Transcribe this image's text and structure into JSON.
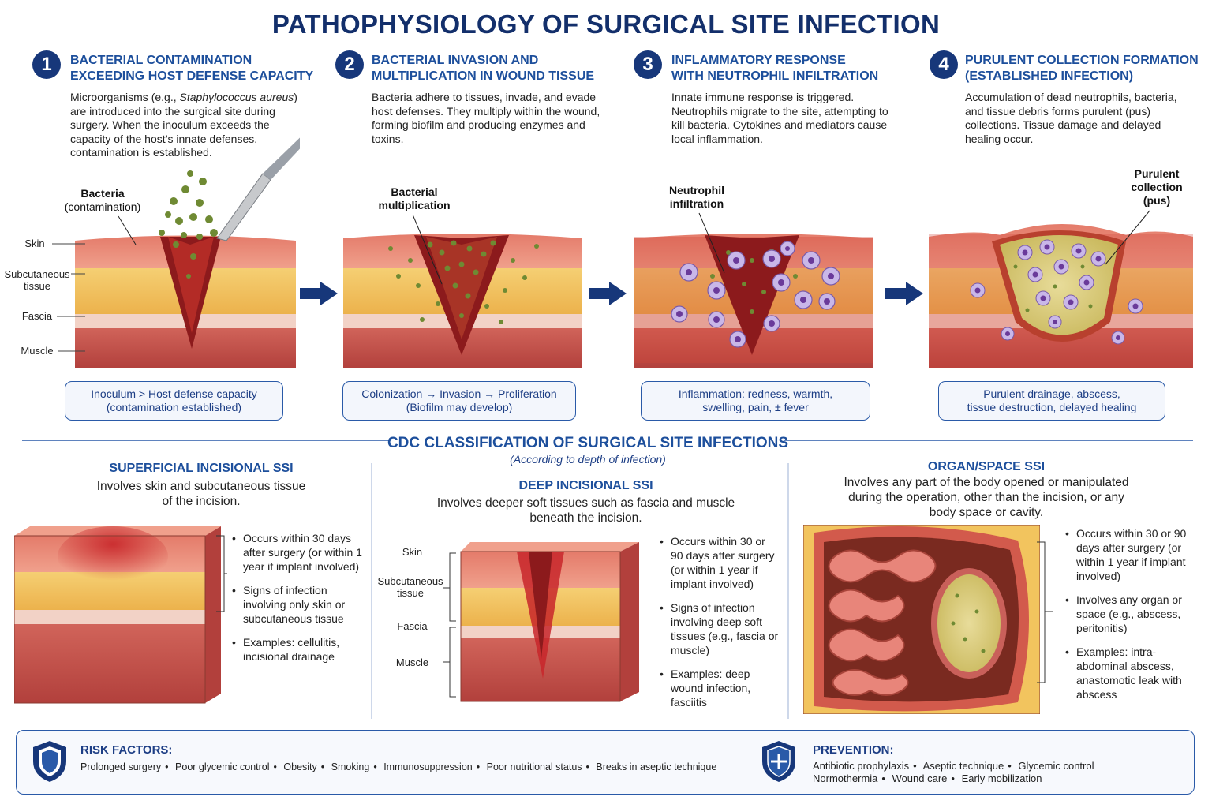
{
  "title": "PATHOPHYSIOLOGY OF SURGICAL SITE INFECTION",
  "stages": [
    {
      "number": "1",
      "heading": [
        "BACTERIAL CONTAMINATION",
        "EXCEEDING HOST DEFENSE CAPACITY"
      ],
      "desc_pre": "Microorganisms (e.g., ",
      "desc_em": "Staphylococcus aureus",
      "desc_post": ") are introduced into the surgical site during surgery. When the inoculum exceeds the capacity of the host’s innate defenses, contamination is established.",
      "label": [
        "Bacteria",
        "(contamination)"
      ],
      "caption": [
        "Inoculum > Host defense capacity",
        "(contamination established)"
      ]
    },
    {
      "number": "2",
      "heading": [
        "BACTERIAL INVASION AND",
        "MULTIPLICATION IN WOUND TISSUE"
      ],
      "desc": "Bacteria adhere to tissues, invade, and evade host defenses. They multiply within the wound, forming biofilm and producing enzymes and toxins.",
      "label": [
        "Bacterial",
        "multiplication"
      ],
      "caption": [
        "Colonization → Invasion → Proliferation",
        "(Biofilm may develop)"
      ]
    },
    {
      "number": "3",
      "heading": [
        "INFLAMMATORY RESPONSE",
        "WITH NEUTROPHIL INFILTRATION"
      ],
      "desc": "Innate immune response is triggered. Neutrophils migrate to the site, attempting to kill bacteria. Cytokines and mediators cause local inflammation.",
      "label": [
        "Neutrophil",
        "infiltration"
      ],
      "caption": [
        "Inflammation: redness, warmth,",
        "swelling, pain, ± fever"
      ]
    },
    {
      "number": "4",
      "heading": [
        "PURULENT COLLECTION FORMATION",
        "(ESTABLISHED INFECTION)"
      ],
      "desc": "Accumulation of dead neutrophils, bacteria, and tissue debris forms purulent (pus) collections. Tissue damage and delayed healing occur.",
      "label": [
        "Purulent",
        "collection",
        "(pus)"
      ],
      "caption": [
        "Purulent drainage, abscess,",
        "tissue destruction, delayed healing"
      ]
    }
  ],
  "layers": {
    "skin": "Skin",
    "subcutaneous": [
      "Subcutaneous",
      "tissue"
    ],
    "fascia": "Fascia",
    "muscle": "Muscle"
  },
  "classification": {
    "title": "CDC CLASSIFICATION OF SURGICAL SITE INFECTIONS",
    "subtitle": "(According to depth of infection)",
    "superficial": {
      "heading": "SUPERFICIAL INCISIONAL SSI",
      "desc": [
        "Involves skin and subcutaneous tissue",
        "of the incision."
      ],
      "bullets": [
        "Occurs within 30 days after surgery (or within 1 year if implant involved)",
        "Signs of infection involving only skin or subcutaneous tissue",
        "Examples: cellulitis, incisional drainage"
      ]
    },
    "deep": {
      "heading": "DEEP INCISIONAL SSI",
      "desc": [
        "Involves deeper soft tissues such as fascia and muscle",
        "beneath the incision."
      ],
      "bullets": [
        "Occurs within 30 or 90 days after surgery (or within 1 year if implant involved)",
        "Signs of infection involving deep soft tissues (e.g., fascia or muscle)",
        "Examples: deep wound infection, fasciitis"
      ]
    },
    "organ": {
      "heading": "ORGAN/SPACE SSI",
      "desc": [
        "Involves any part of the body opened or manipulated",
        "during the operation, other than the incision, or any",
        "body space or cavity."
      ],
      "bullets": [
        "Occurs within 30 or 90 days after surgery (or within 1 year if implant involved)",
        "Involves any organ or space (e.g., abscess, peritonitis)",
        "Examples: intra-abdominal abscess, anastomotic leak with abscess"
      ]
    }
  },
  "risk": {
    "heading": "RISK FACTORS:",
    "items": [
      "Prolonged surgery",
      "Poor glycemic control",
      "Obesity",
      "Smoking",
      "Immunosuppression",
      "Poor nutritional status",
      "Breaks in aseptic technique"
    ]
  },
  "prevention": {
    "heading": "PREVENTION:",
    "line1": [
      "Antibiotic prophylaxis",
      "Aseptic technique",
      "Glycemic control"
    ],
    "line2": [
      "Normothermia",
      "Wound care",
      "Early mobilization"
    ]
  },
  "colors": {
    "navy": "#17377a",
    "blue": "#1d4f9c",
    "skin": "#e88a7a",
    "fat": "#f2c45e",
    "muscle": "#c9524c",
    "fascia": "#f2d2c6"
  }
}
